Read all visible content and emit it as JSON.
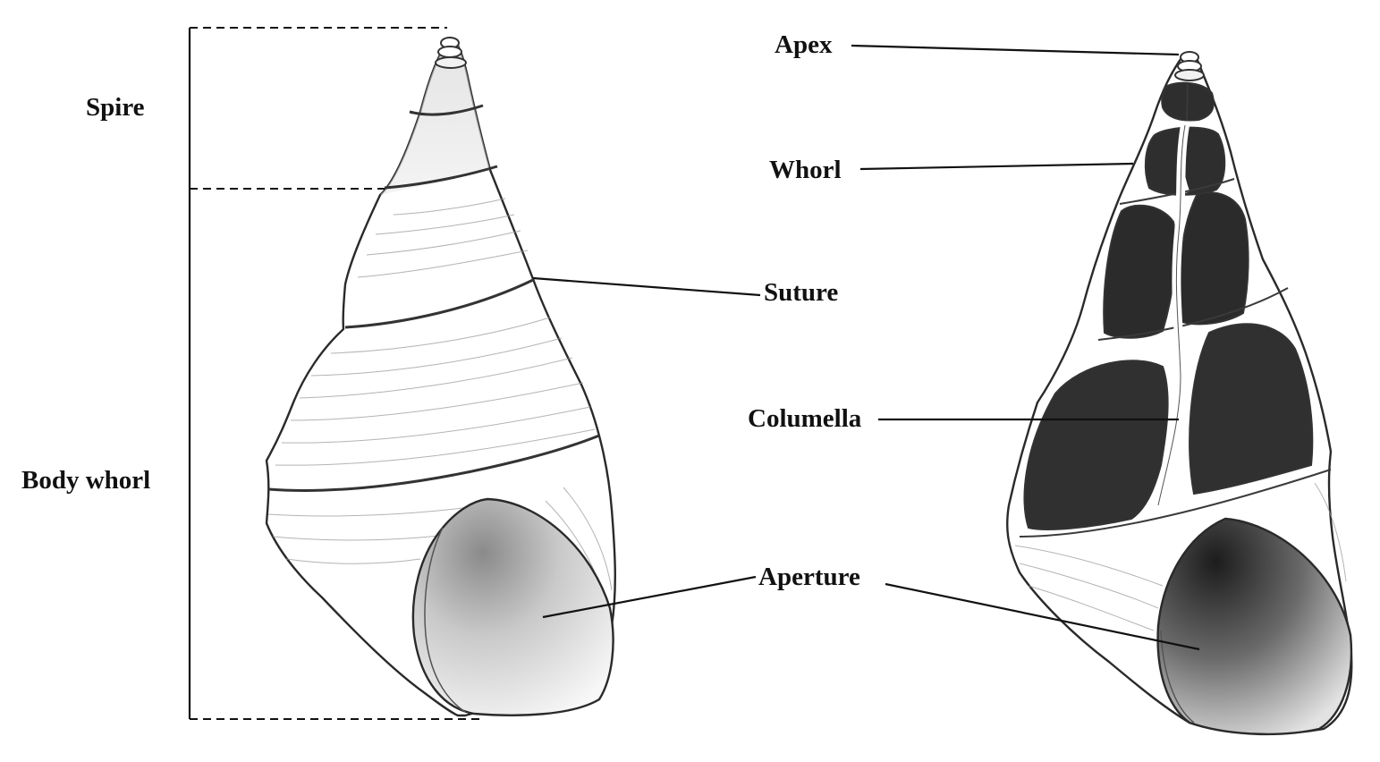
{
  "left_labels": {
    "spire": "Spire",
    "body_whorl": "Body whorl",
    "suture": "Suture",
    "aperture": "Aperture"
  },
  "right_labels": {
    "apex": "Apex",
    "whorl": "Whorl",
    "columella": "Columella"
  },
  "colors": {
    "ink": "#111111",
    "shell_fill": "#f4f4f4",
    "shell_shade": "#d8d8d8",
    "chamber_fill": "#2e2e2e",
    "background": "#ffffff"
  }
}
